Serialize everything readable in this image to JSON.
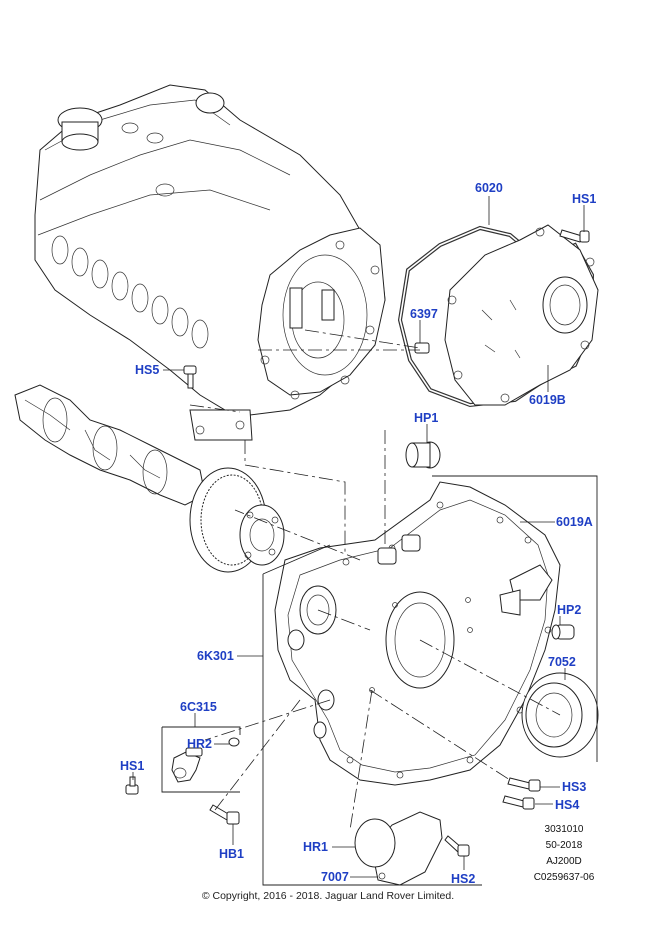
{
  "callouts": {
    "c6020": "6020",
    "hs1": "HS1",
    "c6397": "6397",
    "hs5": "HS5",
    "c6019b": "6019B",
    "hp1": "HP1",
    "c6019a": "6019A",
    "hp2": "HP2",
    "c6k301": "6K301",
    "c7052": "7052",
    "c6c315": "6C315",
    "hr2": "HR2",
    "hs1b": "HS1",
    "hs3": "HS3",
    "hs4": "HS4",
    "hb1": "HB1",
    "hr1": "HR1",
    "hs2": "HS2",
    "c7007": "7007"
  },
  "reference": {
    "line1": "3031010",
    "line2": "50-2018",
    "line3": "AJ200D",
    "line4": "C0259637-06"
  },
  "copyright": "© Copyright, 2016 - 2018. Jaguar Land Rover Limited.",
  "colors": {
    "callout": "#1f3fc4",
    "line": "#222222"
  }
}
